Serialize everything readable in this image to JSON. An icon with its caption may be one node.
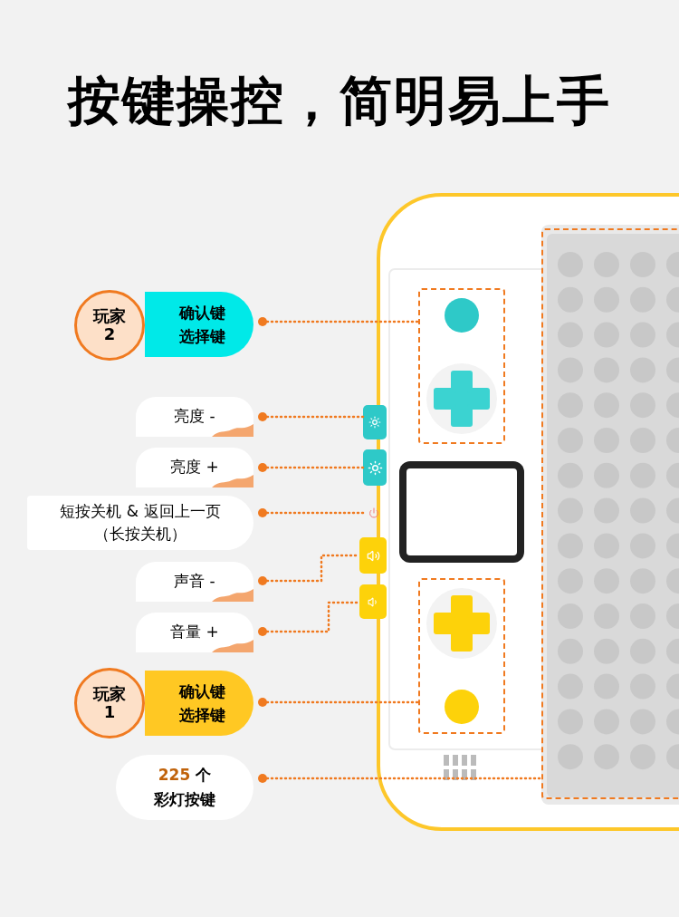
{
  "diagram": {
    "title": "按键操控，简明易上手",
    "nodes": [
      {
        "text": [
          "玩家2"
        ]
      },
      {
        "text": [
          "确认键",
          "选择键"
        ]
      },
      {
        "text": [
          "亮度 -"
        ]
      },
      {
        "text": [
          "亮度 +"
        ]
      },
      {
        "text": [
          "短按关机 & 返回上一页（长按关机）"
        ]
      },
      {
        "text": [
          "声音 -"
        ]
      },
      {
        "text": [
          "音量 +"
        ]
      },
      {
        "text": [
          "玩家1"
        ]
      },
      {
        "text": [
          "确认键",
          "选择键"
        ]
      },
      {
        "text": [
          "**225** 个彩灯按键"
        ]
      },
      {
        "text": [],
        "shape": "box"
      },
      {
        "text": [],
        "shape": "box"
      },
      {
        "text": [],
        "shape": "box"
      },
      {
        "text": [],
        "shape": "box"
      },
      {
        "text": [],
        "shape": "box"
      },
      {
        "text": [],
        "shape": "box"
      },
      {
        "text": [],
        "shape": "box"
      },
      {
        "text": [],
        "shape": "box"
      }
    ],
    "edges": [
      {
        "from": 1,
        "to": 10,
        "arrow": "other"
      },
      {
        "from": 2,
        "to": 11,
        "arrow": "other"
      },
      {
        "from": 3,
        "to": 12,
        "arrow": "other"
      },
      {
        "from": 4,
        "to": 13,
        "arrow": "other"
      },
      {
        "from": 5,
        "to": 14,
        "arrow": "other"
      },
      {
        "from": 6,
        "to": 15,
        "arrow": "other"
      },
      {
        "from": 8,
        "to": 16,
        "arrow": "other"
      },
      {
        "from": 9,
        "to": 17,
        "arrow": "other"
      }
    ]
  }
}
